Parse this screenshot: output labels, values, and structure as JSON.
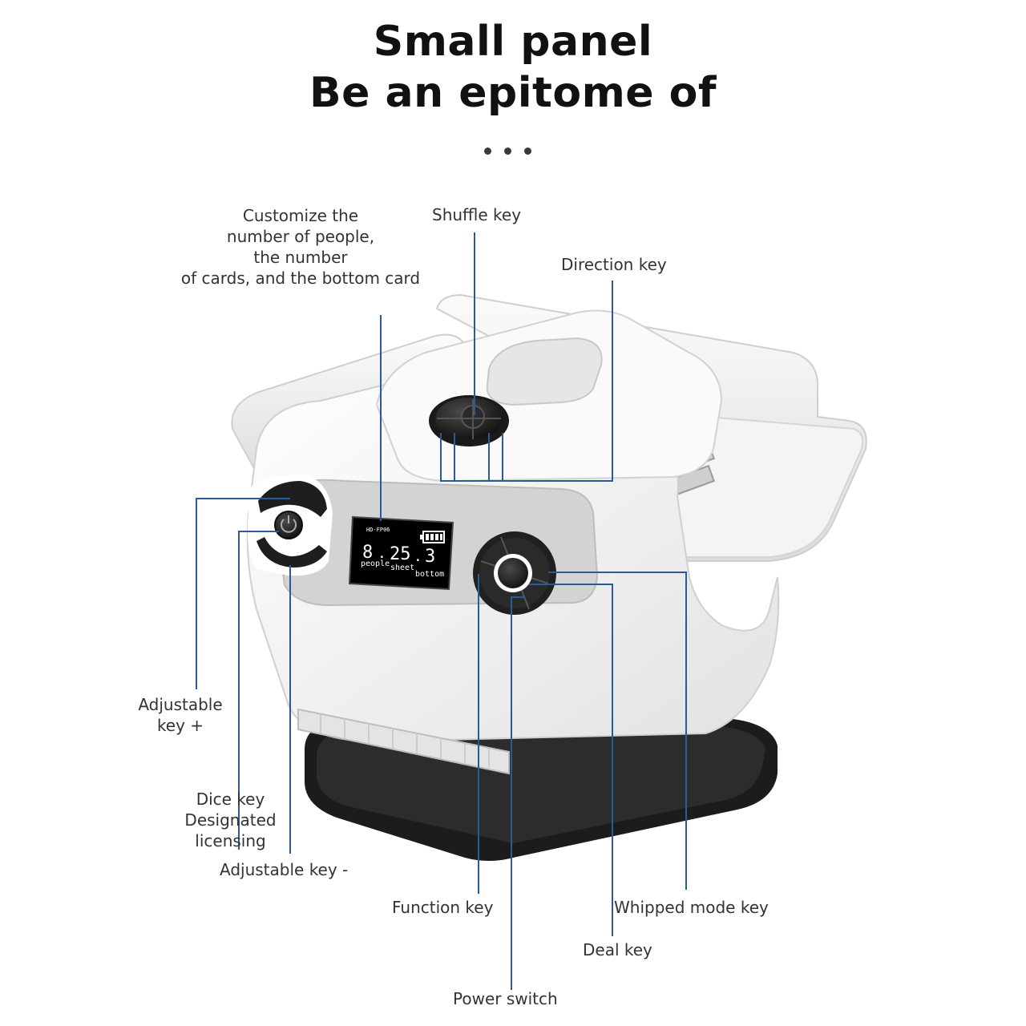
{
  "header": {
    "title_line1": "Small panel",
    "title_line2": "Be an epitome of"
  },
  "labels": {
    "customize": [
      "Customize the",
      "number of people,",
      "the number",
      "of cards, and the bottom card"
    ],
    "shuffle_key": "Shuffle key",
    "direction_key": "Direction key",
    "adjustable_plus": [
      "Adjustable",
      "key +"
    ],
    "dice_key": [
      "Dice key",
      "Designated",
      "licensing"
    ],
    "adjustable_minus": "Adjustable key -",
    "function_key": "Function key",
    "whipped_mode_key": "Whipped mode key",
    "deal_key": "Deal key",
    "power_switch": "Power switch"
  },
  "display": {
    "model": "HD-FP06",
    "people_value": "8",
    "sheet_value": "25",
    "bottom_value": "3",
    "people_label": "people",
    "sheet_label": "sheet",
    "bottom_label": "bottom"
  },
  "colors": {
    "callout_line": "#2a5a9a",
    "device_body": "#f4f4f4",
    "device_base": "#1c1c1c",
    "screen": "#000000",
    "text": "#333333"
  },
  "icons": {
    "power": "power-icon",
    "battery": "battery-icon"
  }
}
